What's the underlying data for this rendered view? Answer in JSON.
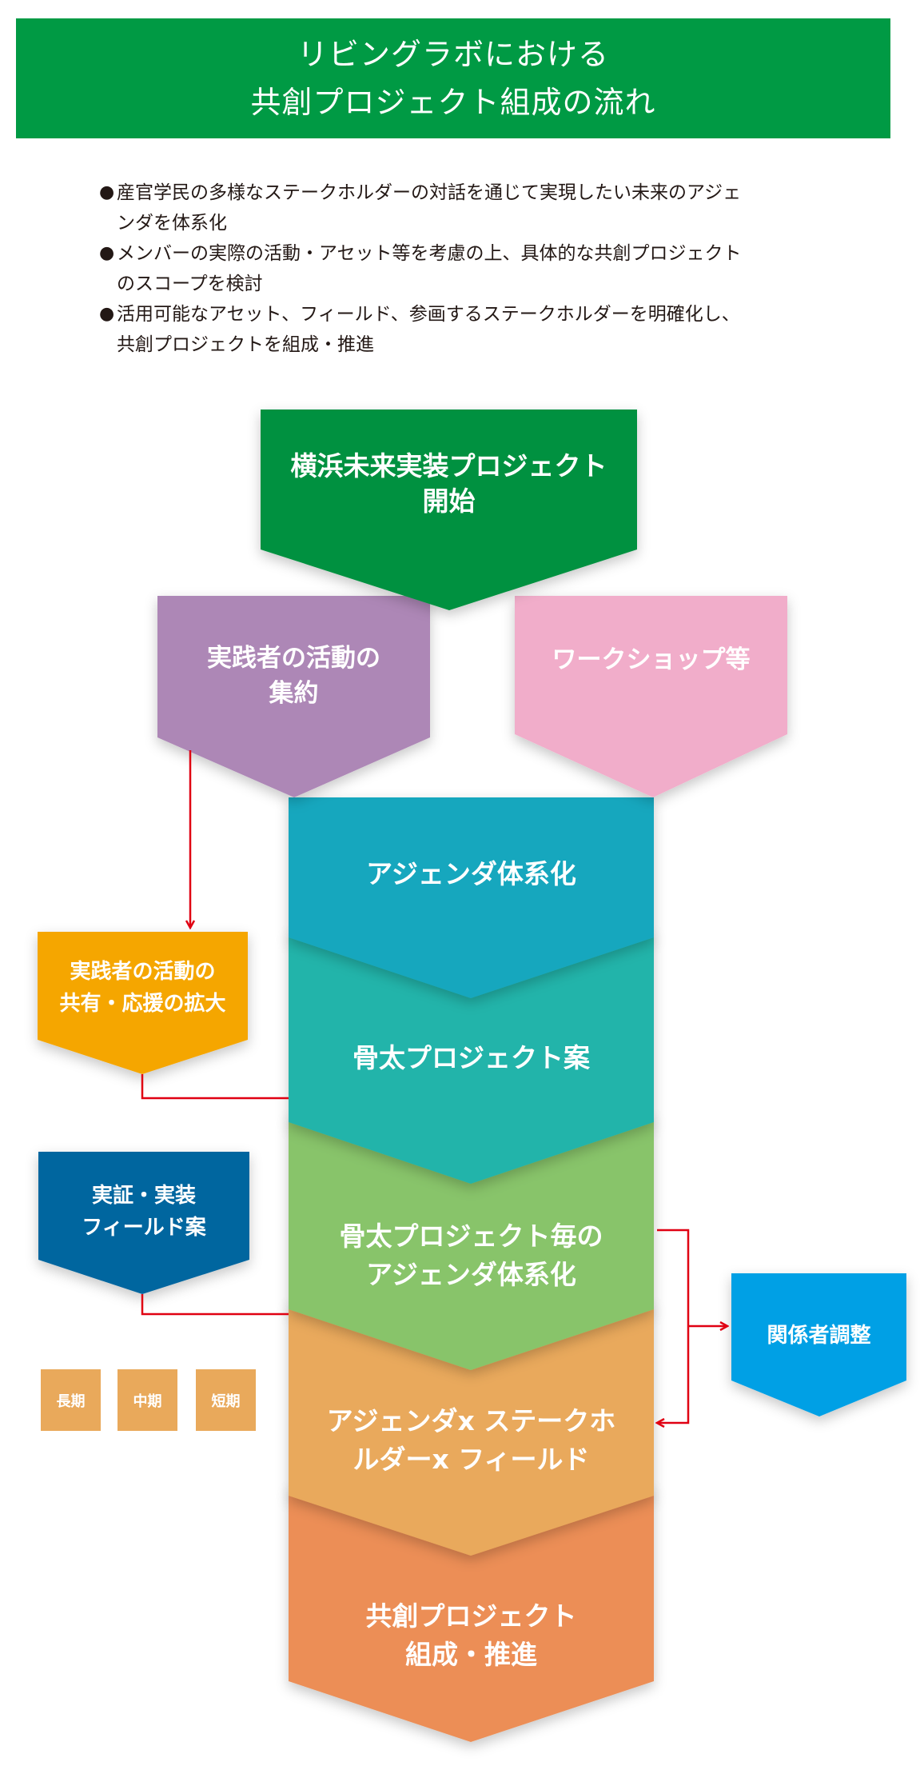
{
  "header": {
    "title_lines": [
      "リビングラボにおける",
      "共創プロジェクト組成の流れ"
    ],
    "background": "#009a44"
  },
  "bullets": [
    {
      "symbol": "●",
      "lines": [
        "産官学民の多様なステークホルダーの対話を通じて実現したい未来のアジェ",
        "ンダを体系化"
      ]
    },
    {
      "symbol": "●",
      "lines": [
        "メンバーの実際の活動・アセット等を考慮の上、具体的な共創プロジェクト",
        "のスコープを検討"
      ]
    },
    {
      "symbol": "●",
      "lines": [
        "活用可能なアセット、フィールド、参画するステークホルダーを明確化し、",
        "共創プロジェクトを組成・推進"
      ]
    }
  ],
  "flow": {
    "start": {
      "lines": [
        "横浜未来実装プロジェクト",
        "開始"
      ],
      "color": "#00913f"
    },
    "input_left": {
      "lines": [
        "実践者の活動の",
        "集約"
      ],
      "color": "#ad87b6"
    },
    "input_right": {
      "lines": [
        "ワークショップ等"
      ],
      "color": "#f1adca"
    },
    "main_steps": [
      {
        "lines": [
          "アジェンダ体系化"
        ],
        "color": "#18a7be"
      },
      {
        "lines": [
          "骨太プロジェクト案"
        ],
        "color": "#22b4aa"
      },
      {
        "lines": [
          "骨太プロジェクト毎の",
          "アジェンダ体系化"
        ],
        "color": "#88c46b"
      },
      {
        "lines": [
          "アジェンダx ステークホ",
          "ルダーx フィールド"
        ],
        "color": "#e9a95b"
      },
      {
        "lines": [
          "共創プロジェクト",
          "組成・推進"
        ],
        "color": "#ec8e56"
      }
    ],
    "side_left": [
      {
        "lines": [
          "実践者の活動の",
          "共有・応援の拡大"
        ],
        "color": "#f5a604"
      },
      {
        "lines": [
          "実証・実装",
          "フィールド案"
        ],
        "color": "#02669f"
      }
    ],
    "side_right": {
      "lines": [
        "関係者調整"
      ],
      "color": "#03a0e5"
    },
    "terms": [
      {
        "label": "長期"
      },
      {
        "label": "中期"
      },
      {
        "label": "短期"
      }
    ],
    "terms_color": "#e9a95b",
    "connector_color": "#e00012"
  }
}
